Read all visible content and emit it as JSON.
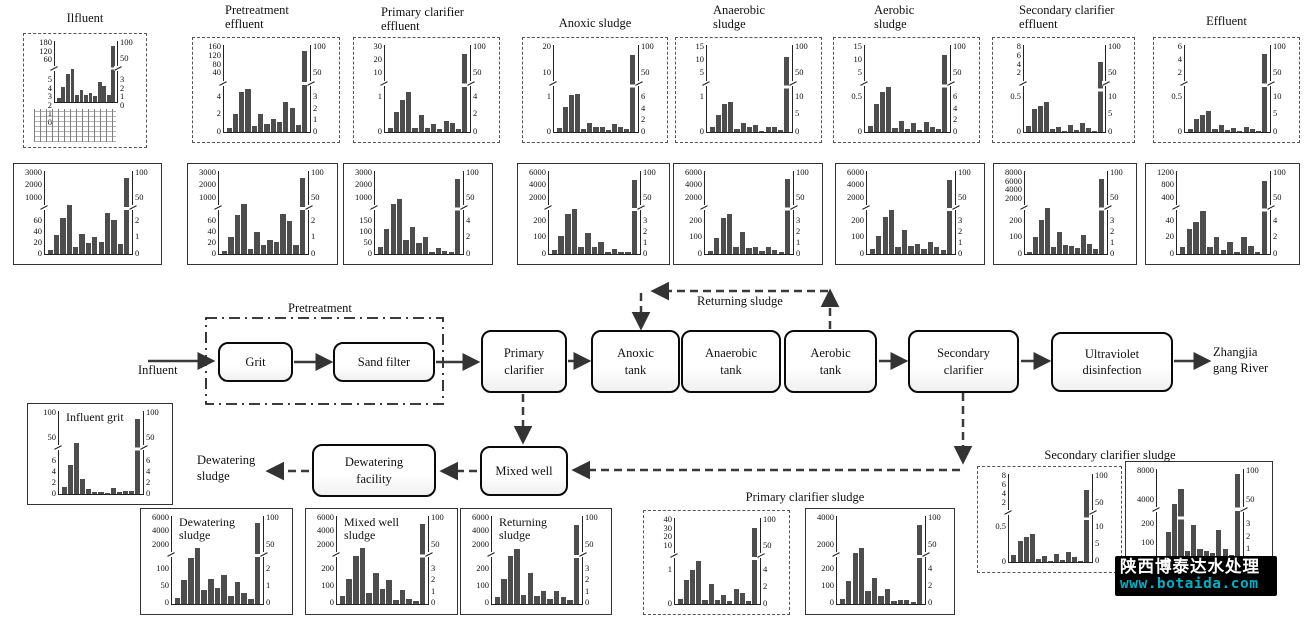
{
  "watermark": {
    "line1": "陕西博泰达水处理",
    "line2": "www.botaida.com",
    "bg": "#000000",
    "line1_color": "#ffffff",
    "line2_color": "#00b0c8"
  },
  "bar_color": "#4d4d4d",
  "titles": {
    "r1c1": "Ilfluent",
    "r1c2": "Pretreatment\neffluent",
    "r1c3": "Primary clarifier\neffluent",
    "r1c4": "Anoxic sludge",
    "r1c5": "Anaerobic\nsludge",
    "r1c6": "Aerobic\nsludge",
    "r1c7": "Secondary clarifier\neffluent",
    "r1c8": "Effluent"
  },
  "group_labels": {
    "primary_sludge": "Primary clarifier sludge",
    "secondary_sludge": "Secondary clarifier sludge"
  },
  "flow": {
    "influent": "Influent",
    "pretreatment": "Pretreatment",
    "grit": "Grit",
    "sand_filter": "Sand filter",
    "primary_clarifier": "Primary\nclarifier",
    "anoxic_tank": "Anoxic\ntank",
    "anaerobic_tank": "Anaerobic\ntank",
    "aerobic_tank": "Aerobic\ntank",
    "secondary_clarifier": "Secondary\nclarifier",
    "uv": "Ultraviolet\ndisinfection",
    "river": "Zhangjia\ngang River",
    "returning_sludge": "Returning sludge",
    "dewatering_sludge": "Dewatering\nsludge",
    "dewatering_facility": "Dewatering\nfacility",
    "mixed_well": "Mixed well"
  },
  "chart_data": {
    "note": "dual-axis broken-scale bar charts; bars given as percent of plot height, last bar is right-axis total",
    "type": "bar"
  },
  "charts": {
    "r1c1": {
      "border": "dashed",
      "xlabels": true,
      "left_upper": [
        "180",
        "120",
        "60"
      ],
      "left_lower": [
        "5",
        "4",
        "3",
        "2",
        "1",
        "0"
      ],
      "right_upper": [
        "100",
        "50"
      ],
      "right_lower": [
        "3",
        "2",
        "1",
        "0"
      ],
      "bars": [
        7,
        24,
        46,
        54,
        11,
        19,
        12,
        15,
        10,
        33,
        26,
        11,
        92
      ]
    },
    "r1c2": {
      "border": "dashed",
      "left_upper": [
        "160",
        "120",
        "80",
        "40"
      ],
      "left_lower": [
        "4",
        "2",
        "0"
      ],
      "right_upper": [
        "100",
        "50"
      ],
      "right_lower": [
        "3",
        "2",
        "1",
        "0"
      ],
      "bars": [
        5,
        21,
        46,
        49,
        7,
        21,
        9,
        15,
        11,
        34,
        28,
        8,
        93
      ]
    },
    "r1c3": {
      "border": "dashed",
      "left_upper": [
        "30",
        "20",
        "10"
      ],
      "left_lower": [
        "1",
        "0"
      ],
      "right_upper": [
        "100",
        "50"
      ],
      "right_lower": [
        "4",
        "2",
        "0"
      ],
      "bars": [
        5,
        23,
        37,
        46,
        5,
        19,
        5,
        9,
        3,
        13,
        10,
        4,
        90
      ]
    },
    "r1c4": {
      "border": "dashed",
      "left_upper": [
        "20",
        "10"
      ],
      "left_lower": [
        "1",
        "0"
      ],
      "right_upper": [
        "100",
        "50"
      ],
      "right_lower": [
        "6",
        "4",
        "2",
        "0"
      ],
      "bars": [
        5,
        29,
        42,
        44,
        3,
        10,
        6,
        6,
        2,
        9,
        6,
        4,
        88
      ]
    },
    "r1c5": {
      "border": "dashed",
      "left_upper": [
        "15",
        "10",
        "5"
      ],
      "left_lower": [
        "1",
        "0"
      ],
      "right_upper": [
        "100",
        "50"
      ],
      "right_lower": [
        "10",
        "5",
        "0"
      ],
      "bars": [
        6,
        20,
        32,
        34,
        3,
        10,
        6,
        8,
        1,
        6,
        6,
        2,
        86
      ]
    },
    "r1c6": {
      "border": "dashed",
      "left_upper": [
        "15",
        "10",
        "5"
      ],
      "left_lower": [
        "0.5",
        "0"
      ],
      "right_upper": [
        "100",
        "50"
      ],
      "right_lower": [
        "6",
        "4",
        "2",
        "0"
      ],
      "bars": [
        7,
        32,
        46,
        52,
        5,
        13,
        4,
        10,
        2,
        11,
        6,
        3,
        88
      ]
    },
    "r1c7": {
      "border": "dashed",
      "left_upper": [
        "8",
        "6",
        "4",
        "2"
      ],
      "left_lower": [
        "0.5",
        "0"
      ],
      "right_upper": [
        "100",
        "50"
      ],
      "right_lower": [
        "10",
        "5",
        "0"
      ],
      "bars": [
        7,
        26,
        30,
        34,
        3,
        6,
        1,
        8,
        2,
        10,
        5,
        1,
        81
      ]
    },
    "r1c8": {
      "border": "dashed",
      "left_upper": [
        "6",
        "4",
        "2"
      ],
      "left_lower": [
        "0.5",
        "0"
      ],
      "right_upper": [
        "100",
        "50"
      ],
      "right_lower": [
        "10",
        "5",
        "0"
      ],
      "bars": [
        4,
        15,
        20,
        24,
        4,
        8,
        2,
        5,
        1,
        6,
        3,
        1,
        90
      ]
    },
    "r2c1": {
      "border": "solid",
      "left_upper": [
        "3000",
        "2000",
        "1000"
      ],
      "left_lower": [
        "60",
        "40",
        "20",
        "0"
      ],
      "right_upper": [
        "100",
        "50"
      ],
      "right_lower": [
        "2",
        "1",
        "0"
      ],
      "bars": [
        5,
        23,
        43,
        59,
        8,
        24,
        13,
        20,
        14,
        50,
        41,
        12,
        91
      ]
    },
    "r2c2": {
      "border": "solid",
      "left_upper": [
        "3000",
        "2000",
        "1000"
      ],
      "left_lower": [
        "60",
        "40",
        "20",
        "0"
      ],
      "right_upper": [
        "100",
        "50"
      ],
      "right_lower": [
        "2",
        "1",
        "0"
      ],
      "bars": [
        4,
        21,
        47,
        60,
        6,
        26,
        11,
        17,
        14,
        48,
        40,
        11,
        92
      ]
    },
    "r2c3": {
      "border": "solid",
      "left_upper": [
        "3000",
        "2000",
        "1000"
      ],
      "left_lower": [
        "150",
        "100",
        "50",
        "0"
      ],
      "right_upper": [
        "100",
        "50"
      ],
      "right_lower": [
        "4",
        "2",
        "0"
      ],
      "bars": [
        9,
        30,
        60,
        66,
        17,
        32,
        13,
        20,
        3,
        7,
        4,
        3,
        90
      ]
    },
    "r2c4": {
      "border": "solid",
      "left_upper": [
        "6000",
        "4000",
        "2000"
      ],
      "left_lower": [
        "200",
        "100",
        "0"
      ],
      "right_upper": [
        "100",
        "50"
      ],
      "right_lower": [
        "3",
        "2",
        "1",
        "0"
      ],
      "bars": [
        5,
        22,
        48,
        54,
        9,
        25,
        8,
        14,
        3,
        6,
        3,
        2,
        89
      ]
    },
    "r2c5": {
      "border": "solid",
      "left_upper": [
        "6000",
        "4000",
        "2000"
      ],
      "left_lower": [
        "200",
        "100",
        "0"
      ],
      "right_upper": [
        "100",
        "50"
      ],
      "right_lower": [
        "3",
        "2",
        "1",
        "0"
      ],
      "bars": [
        4,
        19,
        43,
        48,
        9,
        27,
        7,
        8,
        4,
        9,
        5,
        3,
        90
      ]
    },
    "r2c6": {
      "border": "solid",
      "left_upper": [
        "6000",
        "4000",
        "2000"
      ],
      "left_lower": [
        "200",
        "100",
        "0"
      ],
      "right_upper": [
        "100",
        "50"
      ],
      "right_lower": [
        "3",
        "2",
        "1",
        "0"
      ],
      "bars": [
        6,
        22,
        45,
        53,
        9,
        29,
        10,
        12,
        6,
        14,
        9,
        5,
        89
      ]
    },
    "r2c7": {
      "border": "solid",
      "left_upper": [
        "8000",
        "6000",
        "4000",
        "2000"
      ],
      "left_lower": [
        "200",
        "100",
        "0"
      ],
      "right_upper": [
        "100",
        "50"
      ],
      "right_lower": [
        "3",
        "2",
        "1",
        "0"
      ],
      "bars": [
        3,
        21,
        41,
        55,
        8,
        26,
        11,
        10,
        7,
        23,
        12,
        6,
        90
      ]
    },
    "r2c8": {
      "border": "solid",
      "left_upper": [
        "1200",
        "800",
        "400"
      ],
      "left_lower": [
        "40",
        "20",
        "0"
      ],
      "right_upper": [
        "100",
        "50"
      ],
      "right_lower": [
        "4",
        "2",
        "0"
      ],
      "bars": [
        8,
        30,
        39,
        52,
        8,
        21,
        5,
        14,
        3,
        21,
        10,
        2,
        88
      ]
    },
    "influent_grit": {
      "border": "solid",
      "title": "Influent grit",
      "left_upper": [
        "100",
        "50"
      ],
      "left_lower": [
        "6",
        "4",
        "2",
        "0"
      ],
      "right_upper": [
        "100",
        "50"
      ],
      "right_lower": [
        "6",
        "4",
        "2",
        "0"
      ],
      "bars": [
        9,
        35,
        62,
        18,
        6,
        2,
        3,
        1,
        7,
        3,
        4,
        4,
        90
      ]
    },
    "dewatering_sludge": {
      "border": "solid",
      "title": "Dewatering\nsludge",
      "left_upper": [
        "6000",
        "4000",
        "2000"
      ],
      "left_lower": [
        "100",
        "50",
        "0"
      ],
      "right_upper": [
        "100",
        "50"
      ],
      "right_lower": [
        "2",
        "1",
        "0"
      ],
      "bars": [
        7,
        27,
        52,
        64,
        16,
        28,
        18,
        33,
        9,
        25,
        12,
        6,
        92
      ]
    },
    "mixed_well_sludge": {
      "border": "solid",
      "title": "Mixed well\nsludge",
      "left_upper": [
        "6000",
        "4000",
        "2000"
      ],
      "left_lower": [
        "200",
        "100",
        "0"
      ],
      "right_upper": [
        "100",
        "50"
      ],
      "right_lower": [
        "3",
        "2",
        "1",
        "0"
      ],
      "bars": [
        9,
        28,
        55,
        64,
        12,
        35,
        17,
        27,
        5,
        16,
        6,
        3,
        91
      ]
    },
    "returning_sludge": {
      "border": "solid",
      "title": "Returning\nsludge",
      "left_upper": [
        "6000",
        "4000",
        "2000"
      ],
      "left_lower": [
        "200",
        "100",
        "0"
      ],
      "right_upper": [
        "100",
        "50"
      ],
      "right_lower": [
        "3",
        "2",
        "1",
        "0"
      ],
      "bars": [
        8,
        28,
        55,
        62,
        10,
        35,
        9,
        15,
        6,
        15,
        8,
        5,
        90
      ]
    },
    "primary_sludge_a": {
      "border": "dashed",
      "left_upper": [
        "40",
        "30",
        "20",
        "10"
      ],
      "left_lower": [
        "1",
        "0"
      ],
      "right_upper": [
        "100",
        "50"
      ],
      "right_lower": [
        "4",
        "2",
        "0"
      ],
      "bars": [
        6,
        28,
        40,
        50,
        5,
        23,
        5,
        10,
        3,
        17,
        13,
        4,
        88
      ]
    },
    "primary_sludge_b": {
      "border": "solid",
      "left_upper": [
        "4000",
        "2000"
      ],
      "left_lower": [
        "200",
        "100",
        "0"
      ],
      "right_upper": [
        "100",
        "50"
      ],
      "right_lower": [
        "4",
        "2",
        "0"
      ],
      "bars": [
        6,
        26,
        58,
        64,
        15,
        29,
        9,
        17,
        3,
        5,
        4,
        2,
        90
      ]
    },
    "secondary_sludge_a": {
      "border": "dashed",
      "left_upper": [
        "8",
        "6",
        "4",
        "2"
      ],
      "left_lower": [
        "0.5",
        "0"
      ],
      "right_upper": [
        "100",
        "50"
      ],
      "right_lower": [
        "10",
        "5",
        "0"
      ],
      "bars": [
        8,
        24,
        28,
        32,
        3,
        7,
        1,
        9,
        2,
        11,
        6,
        1,
        82
      ]
    },
    "secondary_sludge_b": {
      "border": "solid",
      "left_upper": [
        "8000",
        "4000"
      ],
      "left_lower": [
        "200",
        "100",
        "0"
      ],
      "right_upper": [
        "100",
        "50"
      ],
      "right_lower": [
        "3",
        "2",
        "1",
        "0"
      ],
      "bars": [
        7,
        32,
        62,
        78,
        12,
        40,
        14,
        12,
        10,
        34,
        14,
        8,
        95
      ]
    }
  }
}
